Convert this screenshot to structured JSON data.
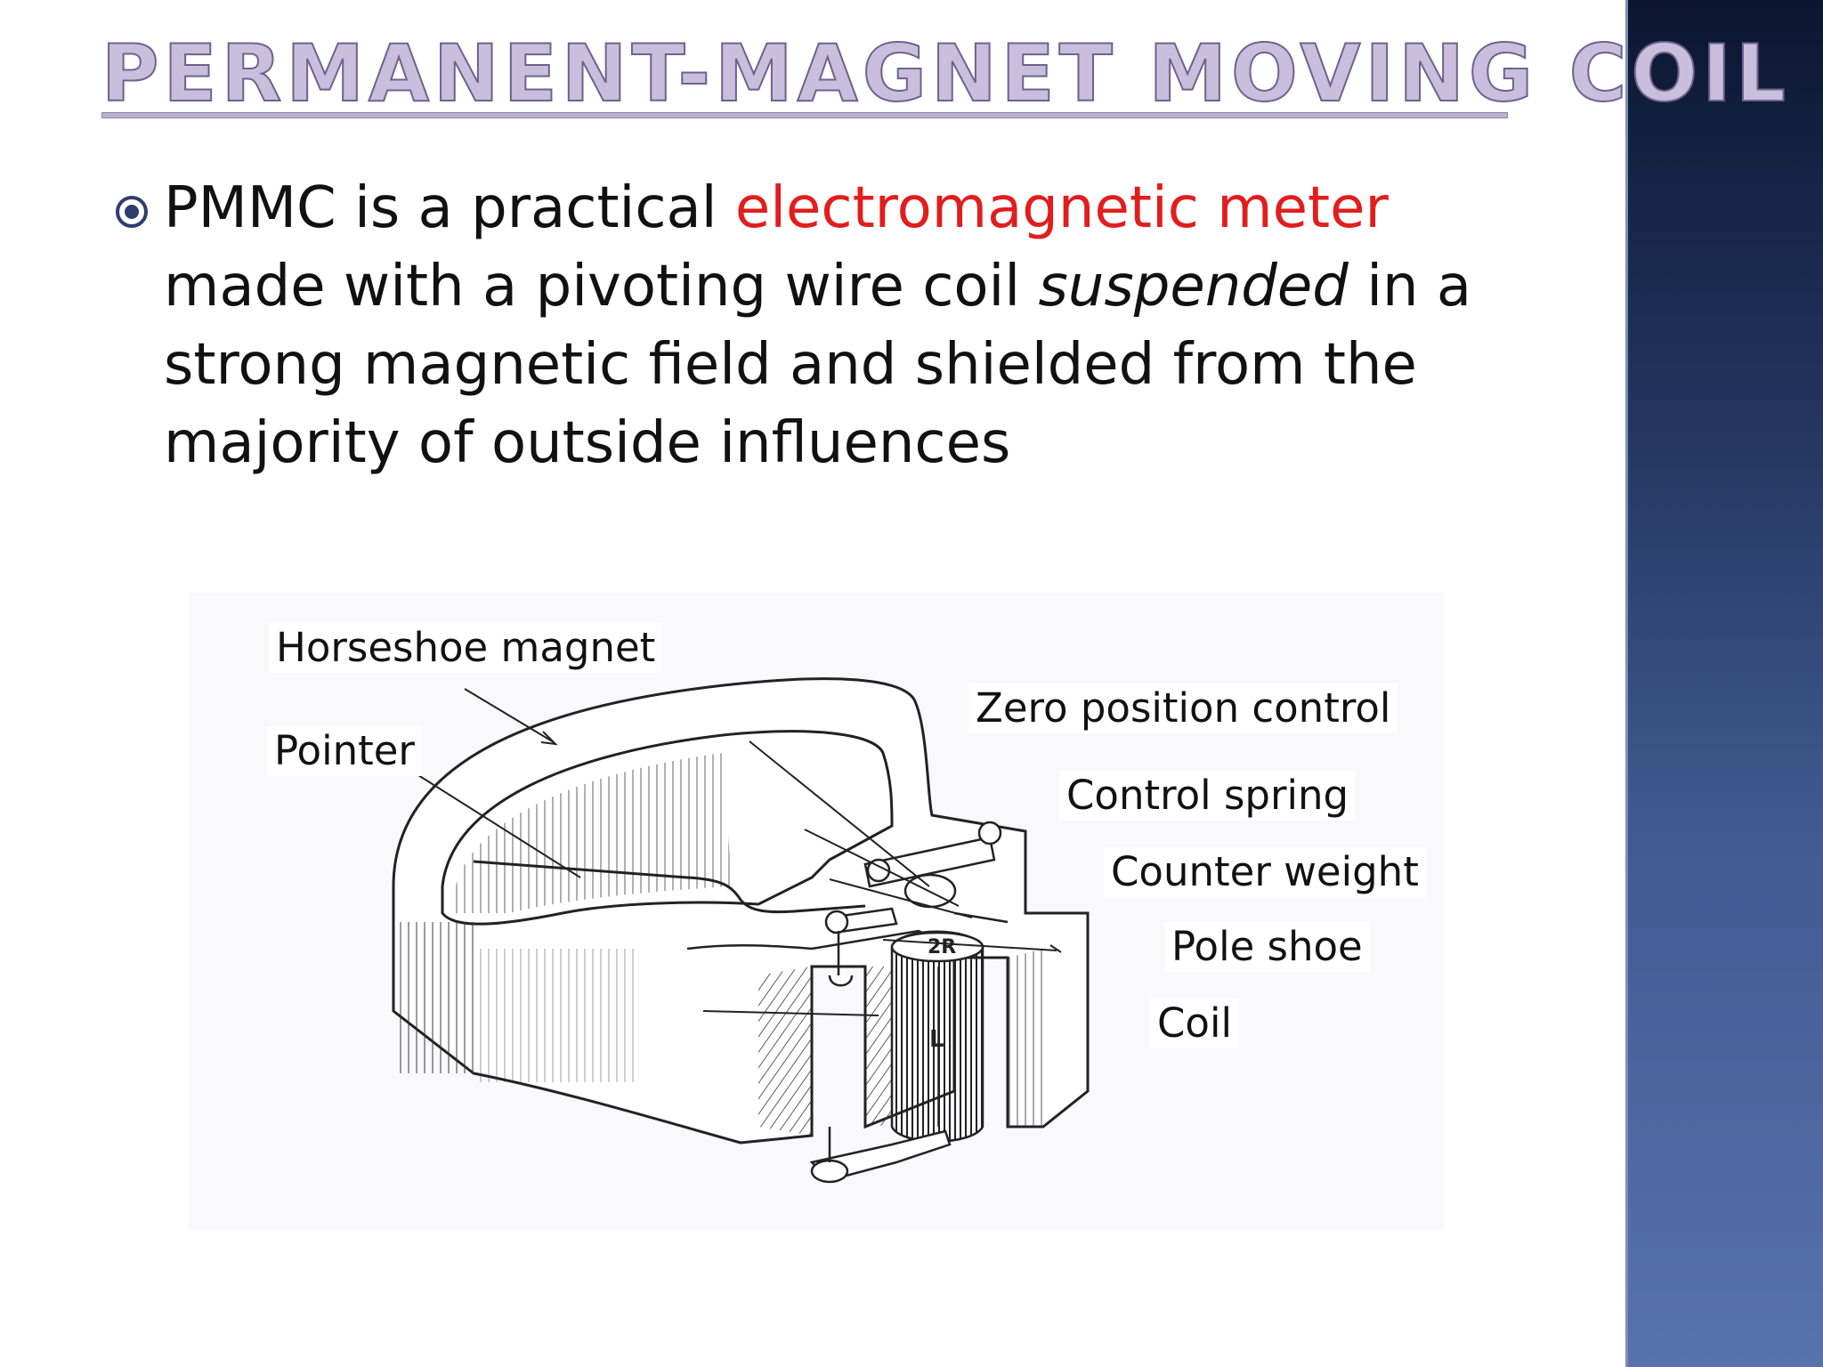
{
  "slide": {
    "title": "PERMANENT-MAGNET MOVING COIL",
    "bullet": {
      "part1": "PMMC is a practical ",
      "highlight": "electromagnetic meter",
      "part2": " made with a pivoting wire coil ",
      "italic": "suspended",
      "part3": " in a strong magnetic field and shielded from the majority of outside influences"
    },
    "colors": {
      "highlight": "#e21d1d",
      "title_fill": "#c9bfdc",
      "sidebar": "#22345e"
    }
  },
  "diagram": {
    "labels": {
      "horseshoe_magnet": "Horseshoe magnet",
      "pointer": "Pointer",
      "zero_position_control": "Zero position control",
      "control_spring": "Control spring",
      "counter_weight": "Counter weight",
      "pole_shoe": "Pole shoe",
      "coil": "Coil"
    },
    "marks": {
      "radius": "2R",
      "length": "L"
    }
  }
}
